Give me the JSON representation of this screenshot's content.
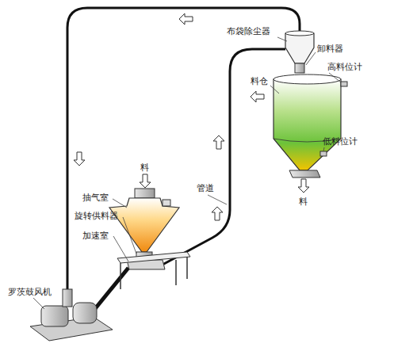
{
  "diagram": {
    "labels": [
      "布袋除尘器",
      "卸料器",
      "高料位计",
      "料仓",
      "低料位计",
      "料",
      "料",
      "抽气室",
      "管道",
      "旋转供料器",
      "加速室",
      "罗茨鼓风机"
    ]
  }
}
